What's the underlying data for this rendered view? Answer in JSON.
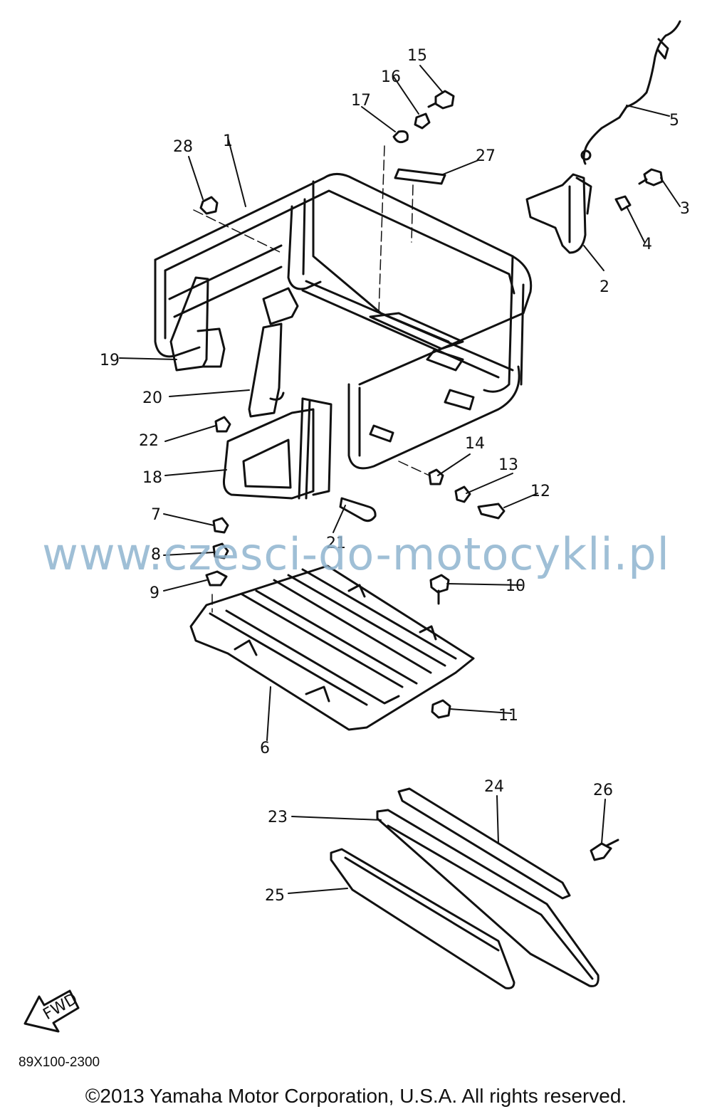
{
  "watermark": "www.czesci-do-motocykli.pl",
  "diagram_code": "89X100-2300",
  "copyright": "©2013 Yamaha Motor Corporation, U.S.A. All rights reserved.",
  "fwd_label": "FWD",
  "callouts": [
    "1",
    "2",
    "3",
    "4",
    "5",
    "6",
    "7",
    "8",
    "9",
    "10",
    "11",
    "12",
    "13",
    "14",
    "15",
    "16",
    "17",
    "19",
    "20",
    "21",
    "22",
    "18",
    "23",
    "24",
    "25",
    "26",
    "27",
    "28"
  ]
}
